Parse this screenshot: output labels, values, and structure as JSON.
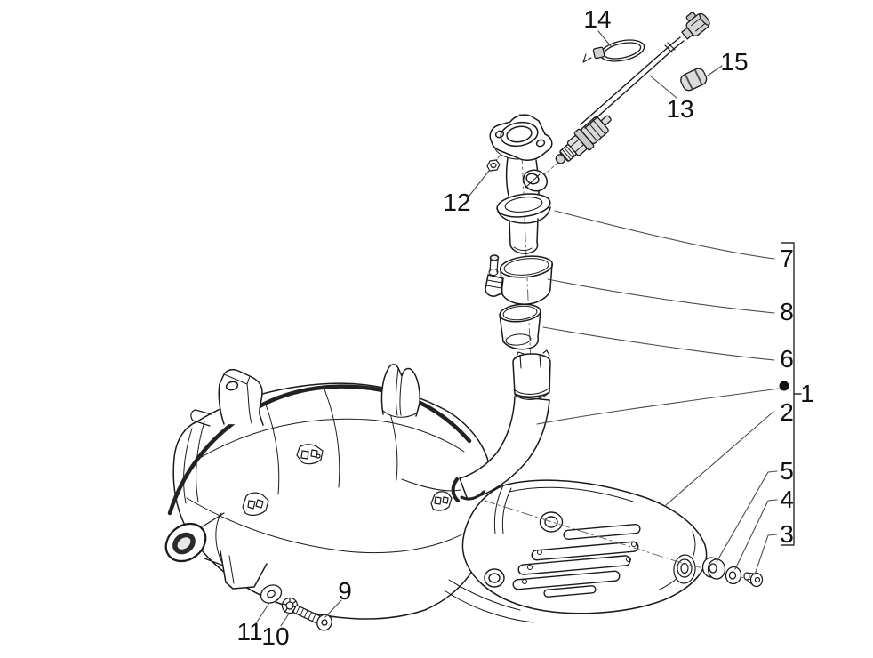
{
  "diagram": {
    "background_color": "#ffffff",
    "line_color": "#1a1a1a",
    "leader_color": "#4a4a4a",
    "text_color": "#111111"
  },
  "callouts": {
    "c1": "1",
    "c2": "2",
    "c3": "3",
    "c4": "4",
    "c5": "5",
    "c6": "6",
    "c7": "7",
    "c8": "8",
    "c9": "9",
    "c10": "10",
    "c11": "11",
    "c12": "12",
    "c13": "13",
    "c14": "14",
    "c15": "15"
  }
}
